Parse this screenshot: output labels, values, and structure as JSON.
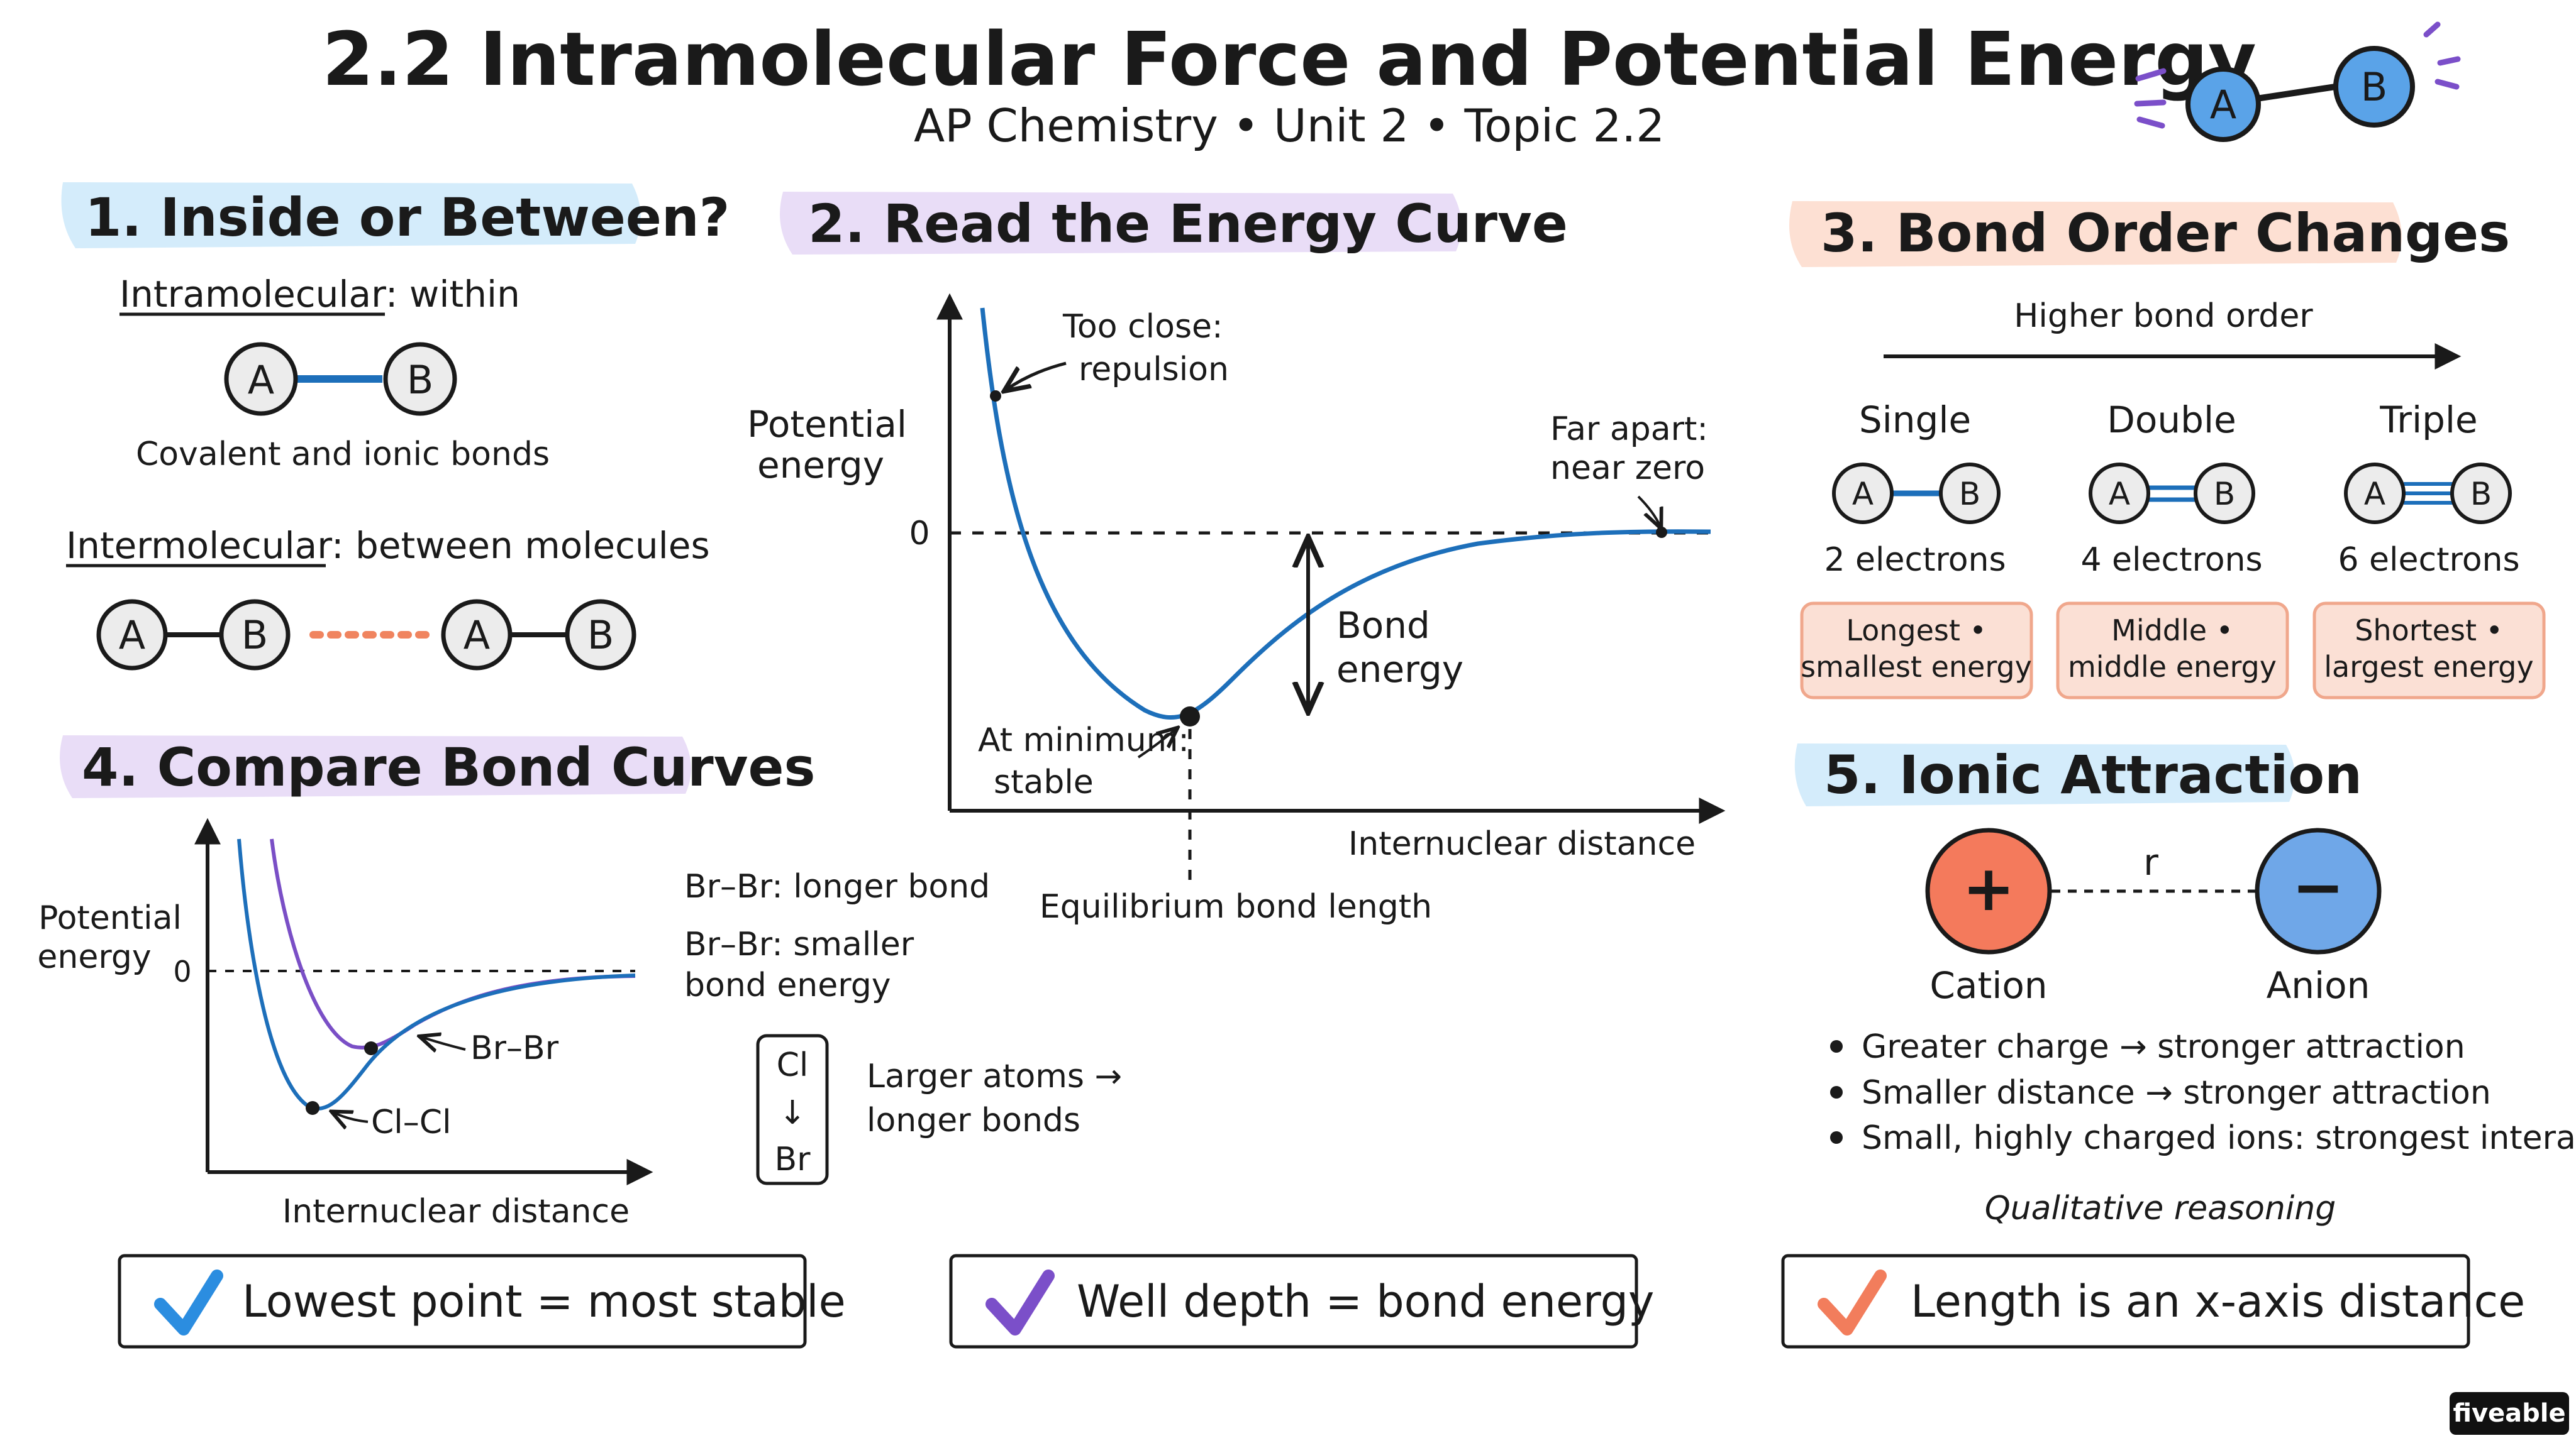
{
  "header": {
    "title": "2.2 Intramolecular Force and Potential Energy",
    "subtitle": "AP Chemistry • Unit 2 • Topic 2.2",
    "atom_a": "A",
    "atom_b": "B"
  },
  "section1": {
    "heading": "1. Inside or Between?",
    "intra_term": "Intramolecular",
    "intra_rest": ": within",
    "intra_caption": "Covalent and ionic bonds",
    "inter_term": "Intermolecular",
    "inter_rest": ": between molecules",
    "atom_a": "A",
    "atom_b": "B"
  },
  "section2": {
    "heading": "2. Read the Energy Curve",
    "ylabel_line1": "Potential",
    "ylabel_line2": "energy",
    "zero_label": "0",
    "xlabel": "Internuclear distance",
    "repulsion_line1": "Too close:",
    "repulsion_line2": "repulsion",
    "far_line1": "Far apart:",
    "far_line2": "near zero",
    "bond_energy_line1": "Bond",
    "bond_energy_line2": "energy",
    "minimum_line1": "At minimum:",
    "minimum_line2": "stable",
    "equilibrium_label": "Equilibrium bond length"
  },
  "section3": {
    "heading": "3. Bond Order Changes",
    "arrow_label": "Higher bond order",
    "atom_a": "A",
    "atom_b": "B",
    "bonds": [
      {
        "name": "Single",
        "electrons": "2 electrons",
        "box_line1": "Longest •",
        "box_line2": "smallest energy"
      },
      {
        "name": "Double",
        "electrons": "4 electrons",
        "box_line1": "Middle •",
        "box_line2": "middle energy"
      },
      {
        "name": "Triple",
        "electrons": "6 electrons",
        "box_line1": "Shortest •",
        "box_line2": "largest energy"
      }
    ]
  },
  "section4": {
    "heading": "4. Compare Bond Curves",
    "ylabel_line1": "Potential",
    "ylabel_line2": "energy",
    "zero_label": "0",
    "xlabel": "Internuclear distance",
    "br_label": "Br–Br",
    "cl_label": "Cl–Cl",
    "note1": "Br–Br: longer bond",
    "note2_line1": "Br–Br: smaller",
    "note2_line2": "bond energy",
    "box_top": "Cl",
    "box_arrow": "↓",
    "box_bottom": "Br",
    "trend_line1": "Larger atoms →",
    "trend_line2": "longer bonds"
  },
  "section5": {
    "heading": "5. Ionic Attraction",
    "cation_symbol": "+",
    "anion_symbol": "−",
    "distance_label": "r",
    "cation_label": "Cation",
    "anion_label": "Anion",
    "bullets": [
      "Greater charge → stronger attraction",
      "Smaller distance → stronger attraction",
      "Small, highly charged ions: strongest interactions"
    ],
    "note": "Qualitative reasoning"
  },
  "takeaways": [
    {
      "text": "Lowest point = most stable",
      "color": "#2b8de0"
    },
    {
      "text": "Well depth = bond energy",
      "color": "#7b4fc9"
    },
    {
      "text": "Length is an x-axis distance",
      "color": "#f27d5c"
    }
  ],
  "brand": "fiveable",
  "colors": {
    "curve_blue": "#1d6fba",
    "curve_purple": "#7a4fc6",
    "atom_fill": "#ececec",
    "header_atom_fill": "#5aa3e8",
    "cation_fill": "#f47a5c",
    "anion_fill": "#6fa7e8",
    "dash_orange": "#f0845f",
    "box_fill": "#fbe0d5",
    "box_stroke": "#f0a78c",
    "hl_blue": "#d4ecfb",
    "hl_purple": "#e9ddf7",
    "hl_peach": "#fde0d3"
  }
}
